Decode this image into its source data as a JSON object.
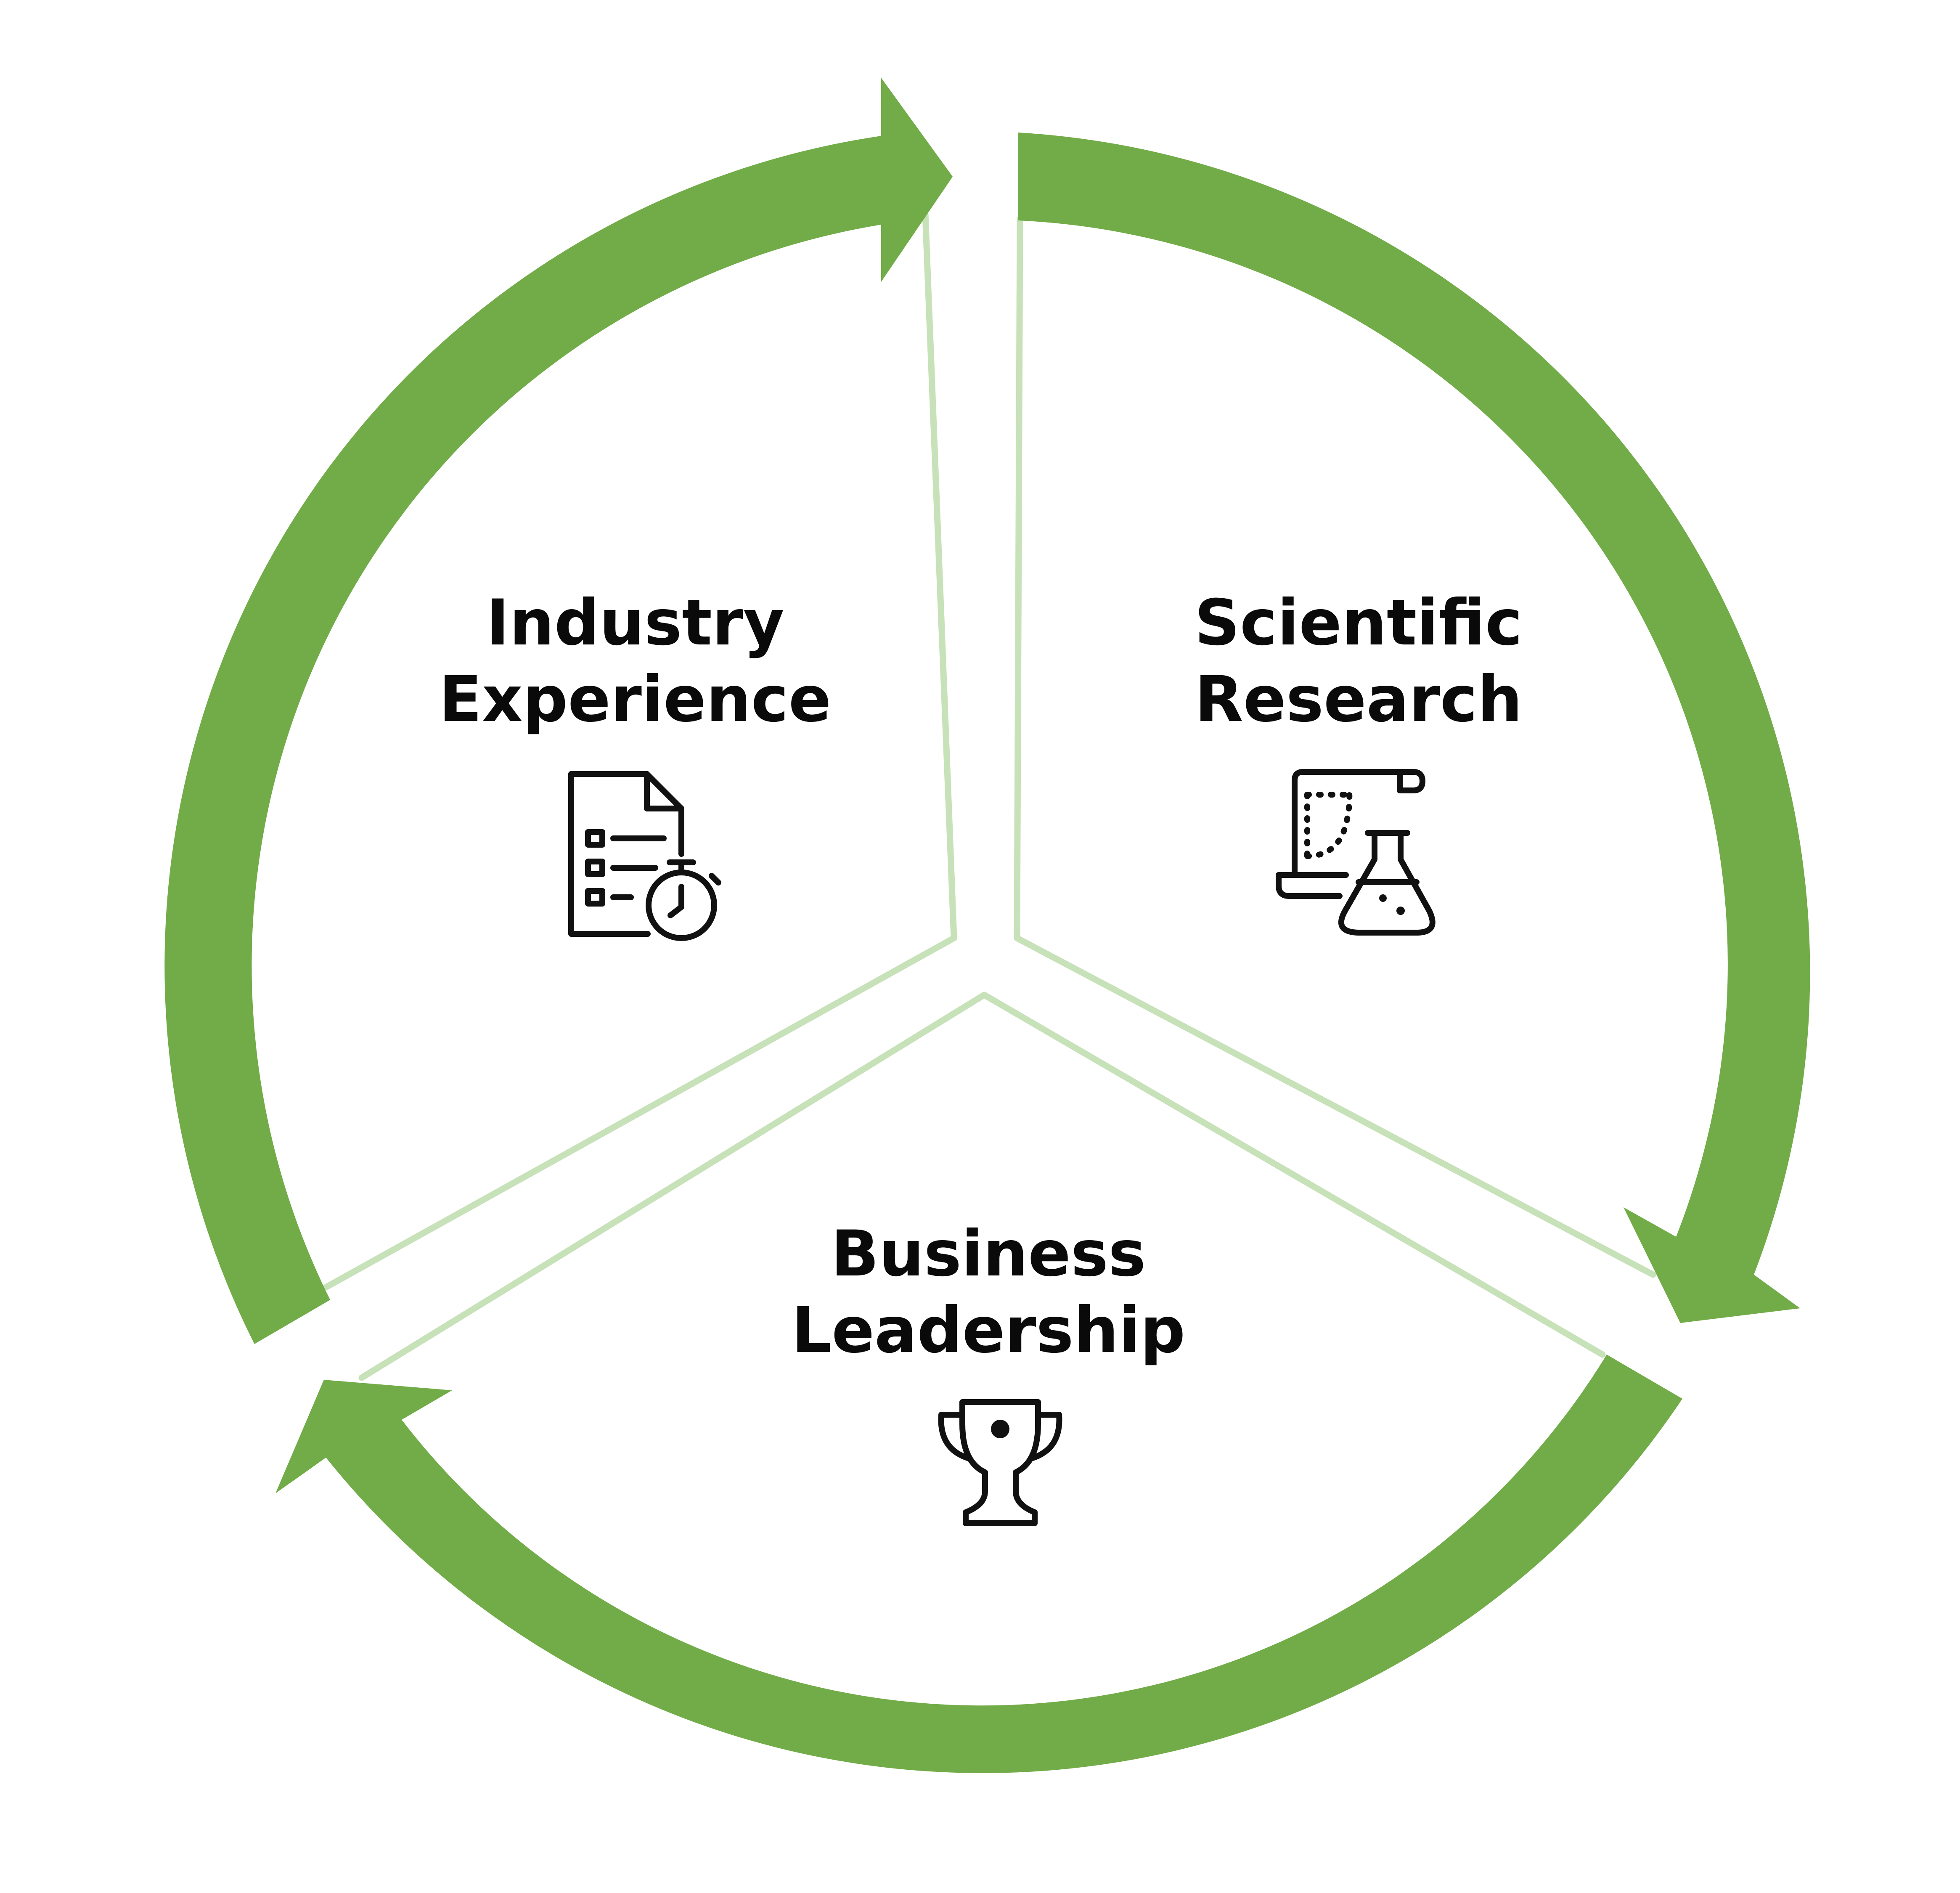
{
  "colors": {
    "arrow": "#72ac48",
    "divider": "#c7e1b8",
    "text": "#0a0a0a",
    "icon": "#111111",
    "background": "#ffffff"
  },
  "segments": [
    {
      "id": "industry",
      "line1": "Industry",
      "line2": "Experience",
      "icon": "document-stopwatch-icon"
    },
    {
      "id": "science",
      "line1": "Scientific",
      "line2": "Research",
      "icon": "scroll-flask-icon"
    },
    {
      "id": "business",
      "line1": "Business",
      "line2": "Leadership",
      "icon": "trophy-icon"
    }
  ]
}
